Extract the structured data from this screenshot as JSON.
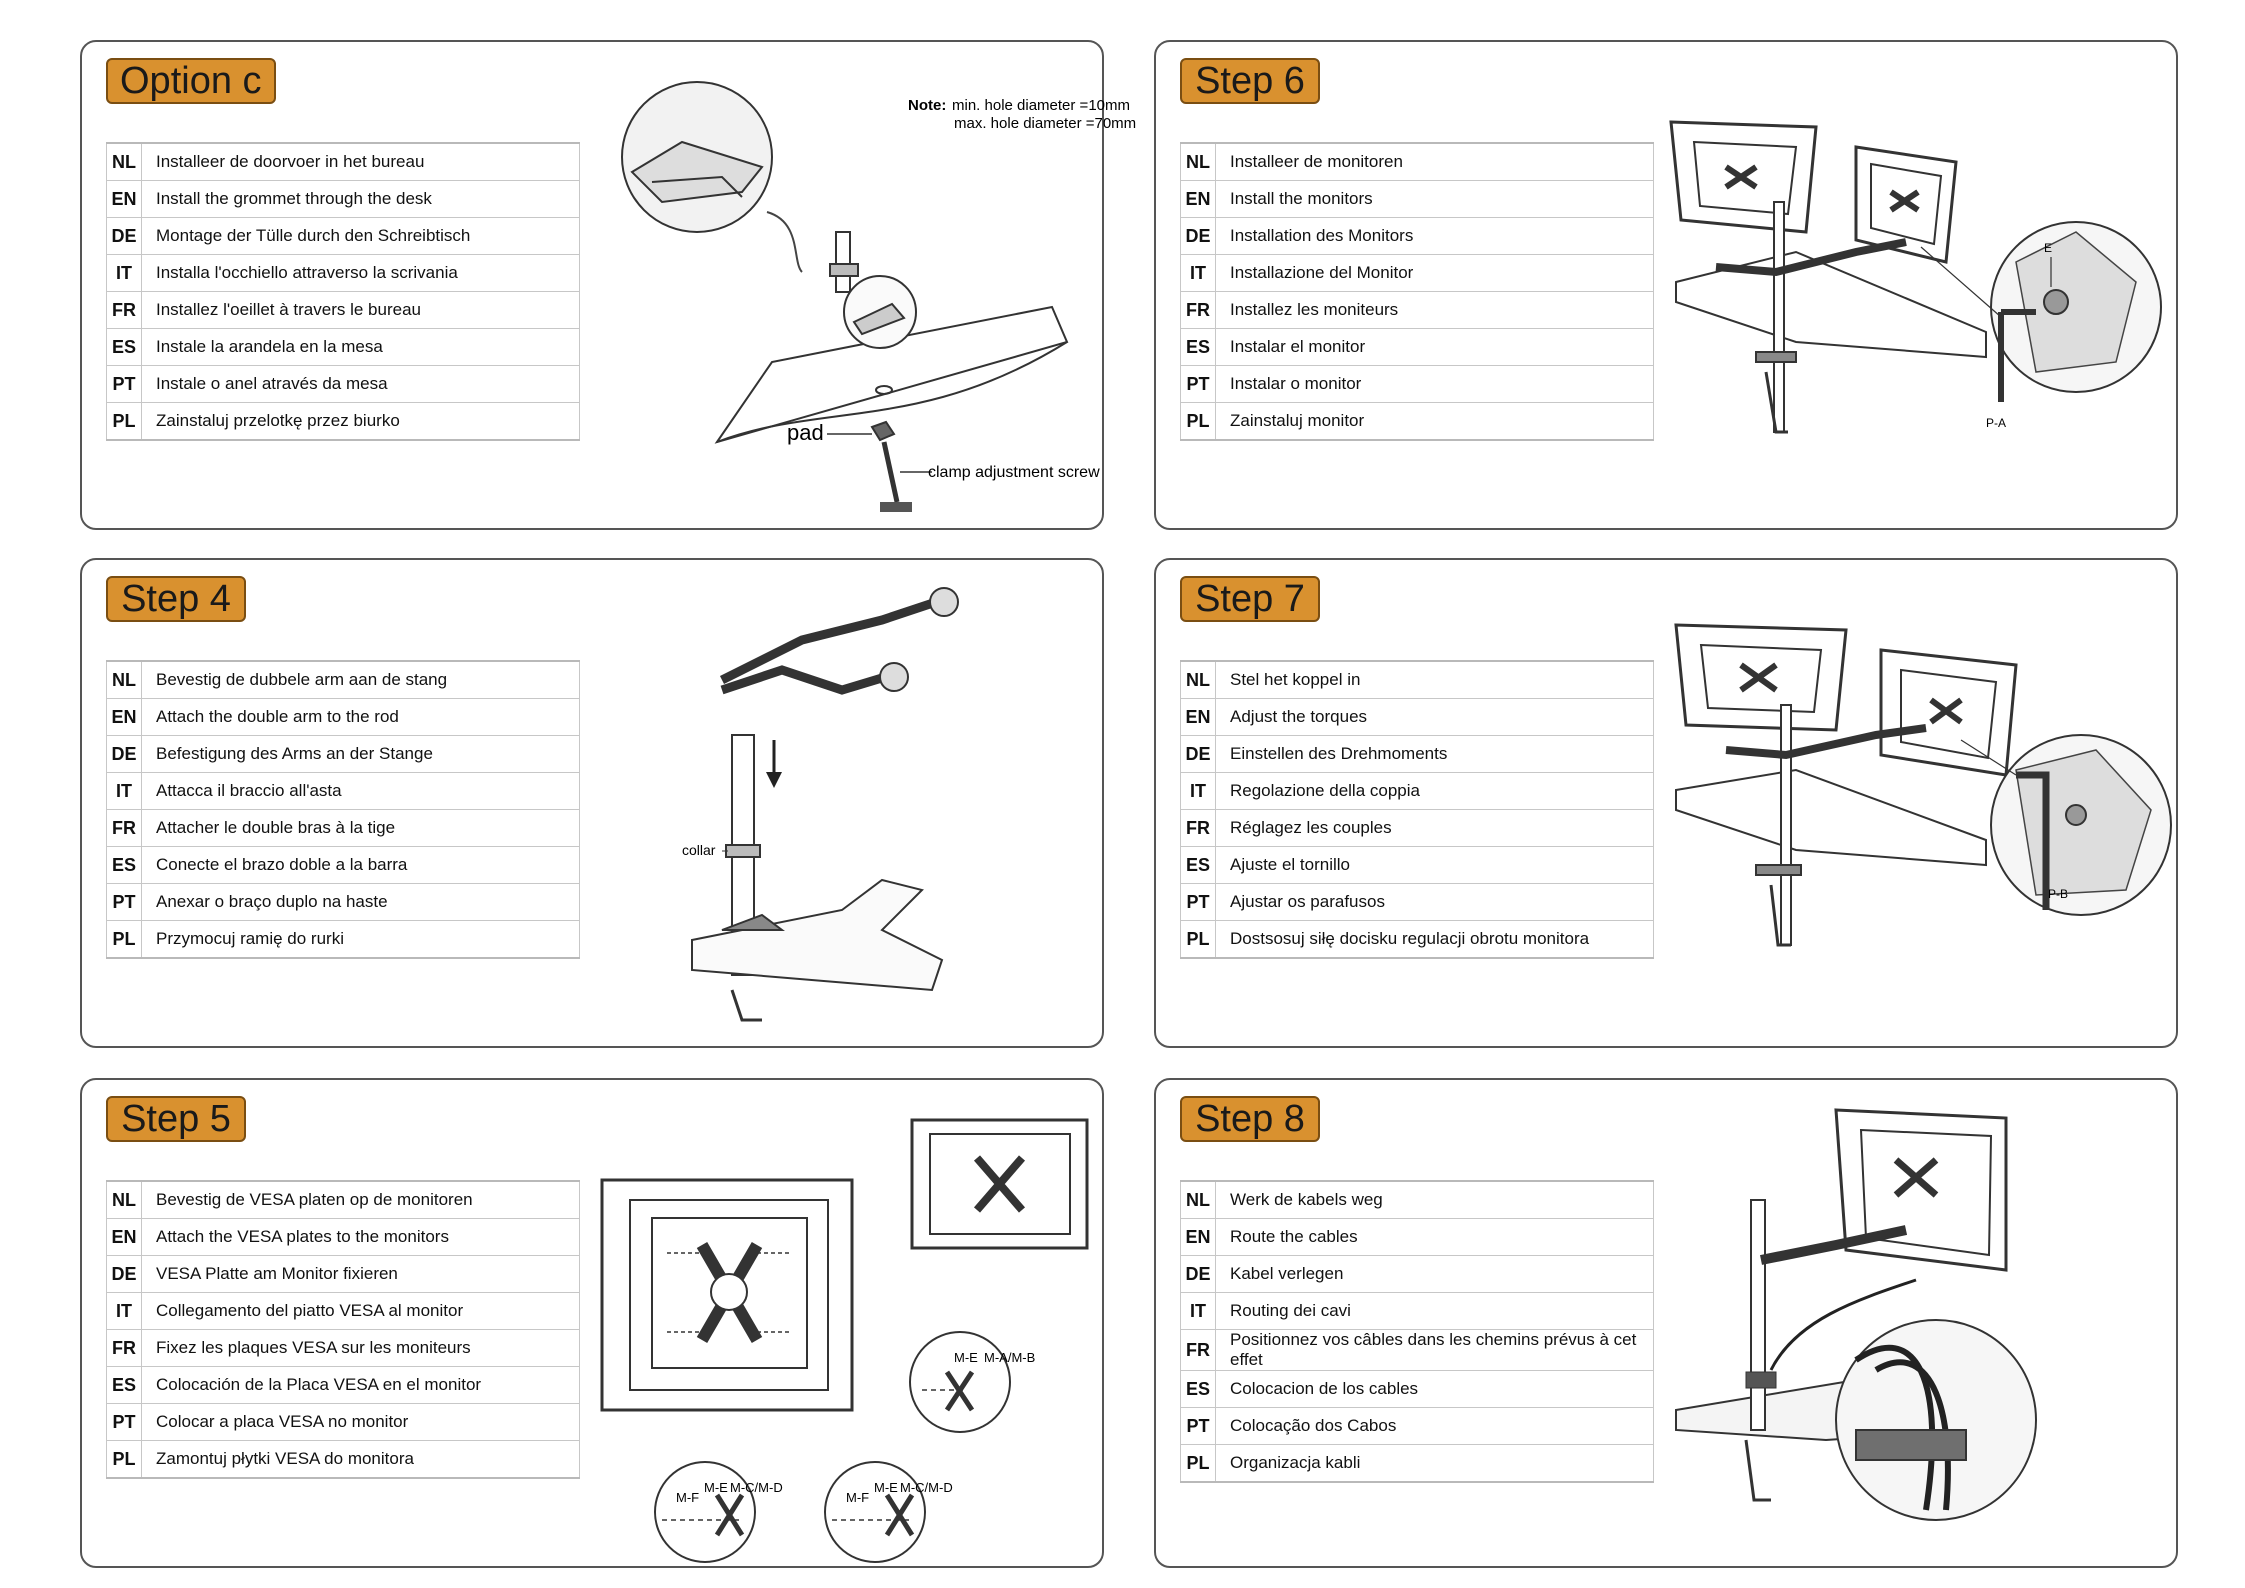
{
  "panels": [
    {
      "badge": "Option c",
      "rows": [
        {
          "code": "NL",
          "text": "Installeer de doorvoer in het bureau"
        },
        {
          "code": "EN",
          "text": "Install the grommet through the desk"
        },
        {
          "code": "DE",
          "text": "Montage der Tülle durch den Schreibtisch"
        },
        {
          "code": "IT",
          "text": "Installa l'occhiello attraverso la scrivania"
        },
        {
          "code": "FR",
          "text": "Installez l'oeillet à travers le bureau"
        },
        {
          "code": "ES",
          "text": "Instale la arandela en la mesa"
        },
        {
          "code": "PT",
          "text": "Instale o anel através da mesa"
        },
        {
          "code": "PL",
          "text": "Zainstaluj przelotkę przez biurko"
        }
      ],
      "labels": {
        "note_bold": "Note:",
        "note_line1": "min. hole diameter =10mm",
        "note_line2": "max. hole diameter =70mm",
        "pad": "pad",
        "clamp": "clamp adjustment screw"
      }
    },
    {
      "badge": "Step 6",
      "rows": [
        {
          "code": "NL",
          "text": "Installeer de monitoren"
        },
        {
          "code": "EN",
          "text": "Install the monitors"
        },
        {
          "code": "DE",
          "text": "Installation des Monitors"
        },
        {
          "code": "IT",
          "text": "Installazione del Monitor"
        },
        {
          "code": "FR",
          "text": "Installez les moniteurs"
        },
        {
          "code": "ES",
          "text": "Instalar el monitor"
        },
        {
          "code": "PT",
          "text": "Instalar o monitor"
        },
        {
          "code": "PL",
          "text": "Zainstaluj monitor"
        }
      ],
      "labels": {
        "e": "E",
        "pa": "P-A"
      }
    },
    {
      "badge": "Step 4",
      "rows": [
        {
          "code": "NL",
          "text": "Bevestig de dubbele arm aan de stang"
        },
        {
          "code": "EN",
          "text": "Attach the double arm to the rod"
        },
        {
          "code": "DE",
          "text": "Befestigung des Arms an der Stange"
        },
        {
          "code": "IT",
          "text": "Attacca il braccio all'asta"
        },
        {
          "code": "FR",
          "text": "Attacher le double bras à la tige"
        },
        {
          "code": "ES",
          "text": "Conecte el brazo doble a la barra"
        },
        {
          "code": "PT",
          "text": "Anexar o braço duplo na haste"
        },
        {
          "code": "PL",
          "text": "Przymocuj ramię do rurki"
        }
      ],
      "labels": {
        "collar": "collar"
      }
    },
    {
      "badge": "Step 7",
      "rows": [
        {
          "code": "NL",
          "text": "Stel het koppel in"
        },
        {
          "code": "EN",
          "text": "Adjust the torques"
        },
        {
          "code": "DE",
          "text": "Einstellen des Drehmoments"
        },
        {
          "code": "IT",
          "text": "Regolazione della coppia"
        },
        {
          "code": "FR",
          "text": "Réglagez les couples"
        },
        {
          "code": "ES",
          "text": "Ajuste el tornillo"
        },
        {
          "code": "PT",
          "text": "Ajustar os parafusos"
        },
        {
          "code": "PL",
          "text": "Dostsosuj siłę docisku regulacji obrotu monitora"
        }
      ],
      "labels": {
        "pb": "P-B"
      }
    },
    {
      "badge": "Step 5",
      "rows": [
        {
          "code": "NL",
          "text": "Bevestig de VESA platen op de monitoren"
        },
        {
          "code": "EN",
          "text": "Attach the VESA plates to the monitors"
        },
        {
          "code": "DE",
          "text": "VESA Platte am Monitor fixieren"
        },
        {
          "code": "IT",
          "text": "Collegamento del piatto VESA al monitor"
        },
        {
          "code": "FR",
          "text": "Fixez les plaques VESA sur les moniteurs"
        },
        {
          "code": "ES",
          "text": "Colocación de la Placa VESA en el monitor"
        },
        {
          "code": "PT",
          "text": "Colocar a placa VESA no monitor"
        },
        {
          "code": "PL",
          "text": "Zamontuj płytki VESA do monitora"
        }
      ],
      "labels": {
        "me": "M-E",
        "mab": "M-A/M-B",
        "mf": "M-F",
        "mcd": "M-C/M-D"
      }
    },
    {
      "badge": "Step 8",
      "rows": [
        {
          "code": "NL",
          "text": "Werk de kabels weg"
        },
        {
          "code": "EN",
          "text": "Route the cables"
        },
        {
          "code": "DE",
          "text": "Kabel verlegen"
        },
        {
          "code": "IT",
          "text": "Routing dei cavi"
        },
        {
          "code": "FR",
          "text": "Positionnez vos câbles dans les chemins prévus à cet effet"
        },
        {
          "code": "ES",
          "text": "Colocacion de los cables"
        },
        {
          "code": "PT",
          "text": "Colocação dos Cabos"
        },
        {
          "code": "PL",
          "text": "Organizacja kabli"
        }
      ],
      "labels": {}
    }
  ]
}
